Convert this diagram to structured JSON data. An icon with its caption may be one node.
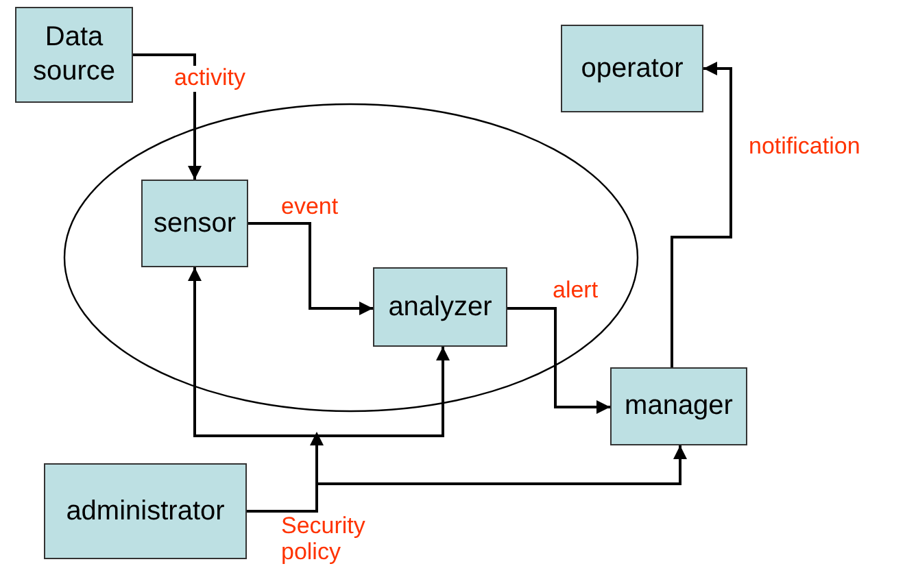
{
  "diagram": {
    "nodes": [
      {
        "text": [
          "Data source"
        ]
      },
      {
        "text": [
          "operator"
        ]
      },
      {
        "text": [],
        "shape": "ellipse"
      },
      {
        "text": [
          "sensor"
        ],
        "in": 2
      },
      {
        "text": [
          "analyzer"
        ],
        "in": 2
      },
      {
        "text": [
          "manager"
        ]
      },
      {
        "text": [
          "administrator"
        ]
      }
    ],
    "edges": [
      {
        "from": 0,
        "to": 3,
        "arrow": "to",
        "label": "activity"
      },
      {
        "from": 3,
        "to": 4,
        "arrow": "to",
        "label": "event"
      },
      {
        "from": 4,
        "to": 5,
        "arrow": "to",
        "label": "alert"
      },
      {
        "from": 5,
        "to": 1,
        "arrow": "to",
        "label": "notification"
      },
      {
        "from": 6,
        "to": 3,
        "arrow": "to",
        "label": "Security policy"
      },
      {
        "from": 6,
        "to": 4,
        "arrow": "to"
      },
      {
        "from": 6,
        "to": 5,
        "arrow": "to"
      }
    ]
  }
}
